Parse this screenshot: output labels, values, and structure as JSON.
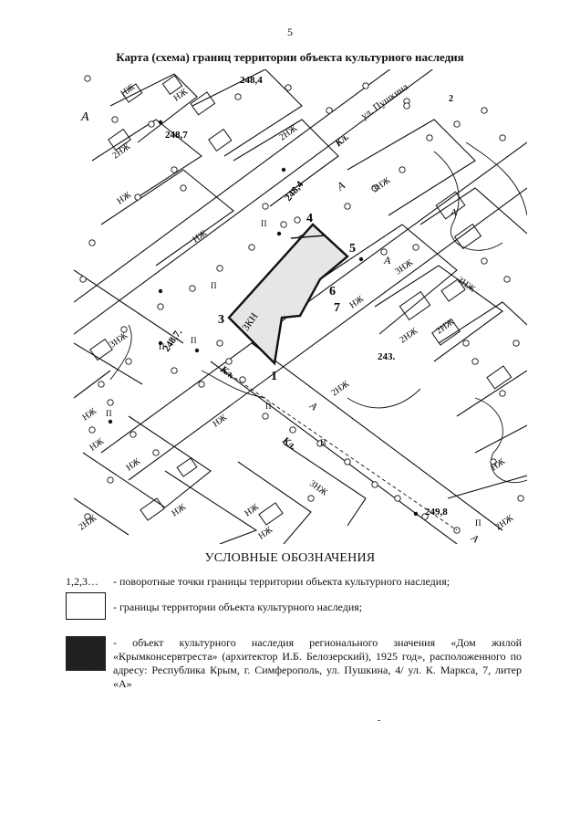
{
  "page_number": "5",
  "title": "Карта (схема) границ территории объекта культурного наследия",
  "map": {
    "street_label": "ул. Пушкина",
    "height_marks": [
      "248,4",
      "248,7",
      "248,4",
      "248,7.",
      "243.",
      "249,8"
    ],
    "boundary_points": [
      "1",
      "2",
      "3",
      "4",
      "5",
      "6",
      "7"
    ],
    "labels": {
      "letter_a": "А",
      "kl": "Кл.",
      "nzh": "НЖ",
      "two_nzh": "2НЖ",
      "three_nzh": "3НЖ",
      "three_kn": "3КН",
      "p": "П"
    }
  },
  "legend": {
    "title": "УСЛОВНЫЕ ОБОЗНАЧЕНИЯ",
    "items": [
      {
        "key": "1,2,3…",
        "text": "- поворотные точки границы территории объекта культурного наследия;"
      },
      {
        "key": "",
        "text": "- границы территории объекта культурного наследия;"
      },
      {
        "key": "",
        "text": "- объект культурного наследия регионального значения «Дом жилой «Крымконсервтреста» (архитектор И.Б. Белозерский), 1925 год», расположенного по адресу: Республика Крым, г. Симферополь, ул. Пушкина, 4/ ул. К. Маркса, 7, литер «А»"
      }
    ]
  },
  "stray_mark": "-"
}
